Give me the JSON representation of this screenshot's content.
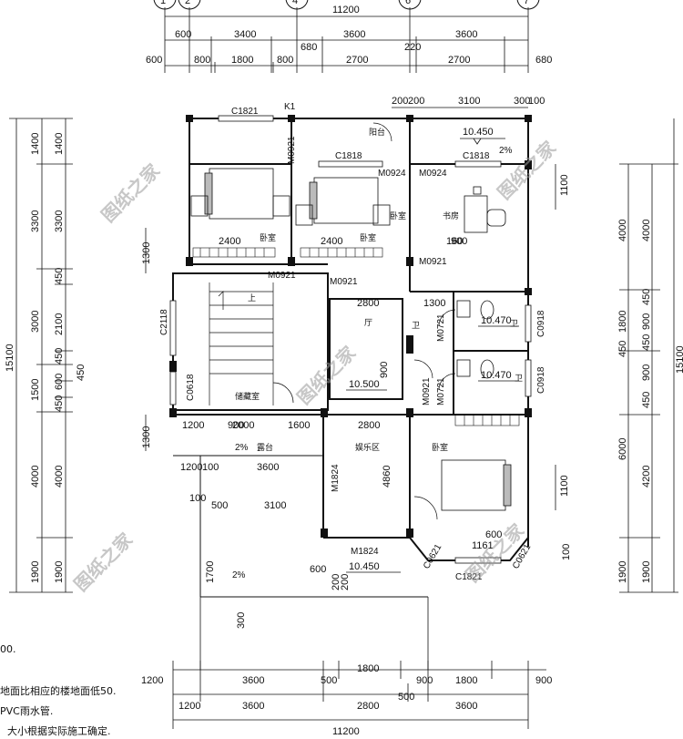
{
  "axes_top": [
    "1",
    "2",
    "4",
    "6",
    "7"
  ],
  "top_dims": {
    "row1": [
      "11200"
    ],
    "row2": [
      "600",
      "3400",
      "680",
      "3600",
      "220",
      "3600"
    ],
    "row3": [
      "600",
      "800",
      "1800",
      "800",
      "2700",
      "2700",
      "680"
    ],
    "row4": [
      "200",
      "200",
      "3100",
      "300",
      "100"
    ]
  },
  "left_dims": {
    "outer": [
      "15100"
    ],
    "col1": [
      "1400",
      "3300",
      "3000",
      "1500",
      "4000",
      "1900"
    ],
    "col2": [
      "1400",
      "3300",
      "450",
      "2100",
      "450",
      "600",
      "450",
      "4000",
      "1900"
    ],
    "col3": [
      "1300",
      "450",
      "1300"
    ]
  },
  "right_dims": {
    "outer": [
      "15100"
    ],
    "col1": [
      "4000",
      "1800",
      "450",
      "6000",
      "1900"
    ],
    "col2": [
      "4000",
      "450",
      "900",
      "450",
      "900",
      "450",
      "4200",
      "1900"
    ],
    "col3": [
      "1100",
      "1100"
    ]
  },
  "bottom_dims": {
    "row1": [
      "1200",
      "3600",
      "500",
      "1800",
      "900",
      "1800",
      "900"
    ],
    "row2": [
      "1200",
      "3600",
      "2800",
      "500",
      "3600"
    ],
    "row3": [
      "11200"
    ]
  },
  "windows": [
    "C1821",
    "C1818",
    "C1818",
    "C2118",
    "C0618",
    "C0918",
    "C0918",
    "C0621",
    "C1821",
    "C0621"
  ],
  "doors": [
    "M0921",
    "M0924",
    "M0924",
    "M0921",
    "M0921",
    "M0921",
    "M0721",
    "M0721",
    "M0921",
    "M1824",
    "M1824",
    "K1"
  ],
  "rooms": [
    "阳台",
    "卧室",
    "书房",
    "卧室",
    "卧室",
    "卫",
    "卫",
    "卫",
    "储藏室",
    "露台",
    "娱乐区",
    "卧室",
    "上",
    "厅"
  ],
  "levels": [
    "10.450",
    "10.470",
    "10.470",
    "10.500",
    "10.450"
  ],
  "slopes": [
    "2%",
    "2%",
    "2%"
  ],
  "inner_dims": [
    "2400",
    "2400",
    "900",
    "1200",
    "900",
    "2000",
    "1600",
    "2800",
    "1200",
    "100",
    "3600",
    "100",
    "500",
    "3100",
    "2800",
    "1300",
    "4860",
    "600",
    "200",
    "900",
    "160",
    "1161",
    "600",
    "300",
    "100",
    "1700",
    "200"
  ],
  "watermark": "图纸之家",
  "notes": [
    "00.",
    "地面比相应的楼地面低50.",
    "PVC雨水管.",
    "大小根据实际施工确定."
  ]
}
